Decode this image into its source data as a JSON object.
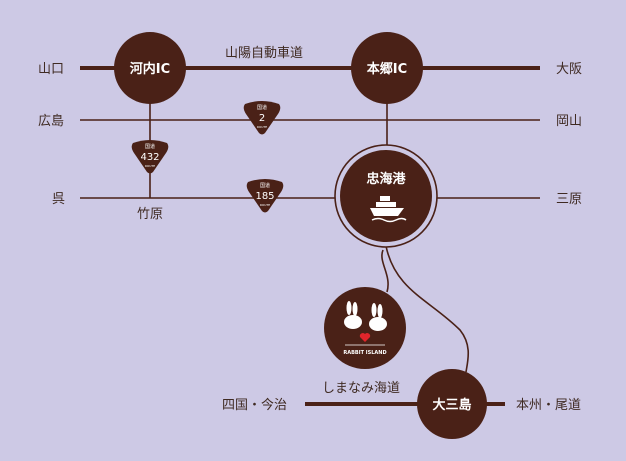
{
  "colors": {
    "background": "#cdc9e5",
    "brown": "#4a2117"
  },
  "places": {
    "yamaguchi": "山口",
    "osaka": "大阪",
    "hiroshima": "広島",
    "okayama": "岡山",
    "kure": "呉",
    "mihara": "三原",
    "takehara": "竹原",
    "shikoku": "四国・今治",
    "honshu": "本州・尾道"
  },
  "nodes": {
    "kawachi": "河内IC",
    "hongo": "本郷IC",
    "tadanoumi": "忠海港",
    "omishima": "大三島"
  },
  "roads": {
    "sanyo": "山陽自動車道",
    "shimanami": "しまなみ海道"
  },
  "shields": [
    {
      "top": "国道",
      "number": "2",
      "bottom": "ROUTE"
    },
    {
      "top": "国道",
      "number": "432",
      "bottom": "ROUTE"
    },
    {
      "top": "国道",
      "number": "185",
      "bottom": "ROUTE"
    }
  ],
  "rabbit_island": "RABBIT ISLAND"
}
